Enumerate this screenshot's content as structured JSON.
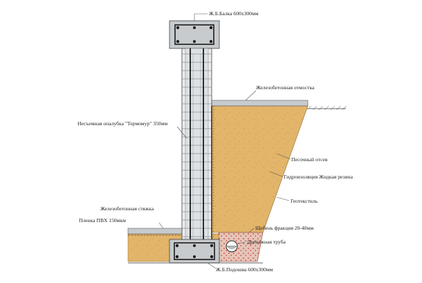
{
  "labels": {
    "top_beam": "Ж.Б.Балка 600х300мм",
    "blind_area": "Железобетонная отмостка",
    "formwork": "Несъемная опалубка \"Термомур\" 350мм",
    "sand_backfill": "Песочный отсев",
    "waterproofing": "Гидроизоляция Жидкая резина",
    "geotextile": "Геотекстиль",
    "screed": "Железобетонная стяжка",
    "pvc_film": "Пленка ПВХ 150мкм",
    "gravel": "Щебень фракция 20-40мм",
    "drain_pipe": "Дренажная труба",
    "footing": "Ж.Б.Подошва 600х300мм"
  },
  "colors": {
    "sand": "#E2B56A",
    "sand_dots": "#C99A4E",
    "concrete": "#C7CBCD",
    "concrete_dark": "#8A8F92",
    "formwork_face": "#E9ECEE",
    "gravel": "#E6C4B8",
    "gravel_dots": "#C8433A",
    "rebar": "#1A1A1A"
  }
}
